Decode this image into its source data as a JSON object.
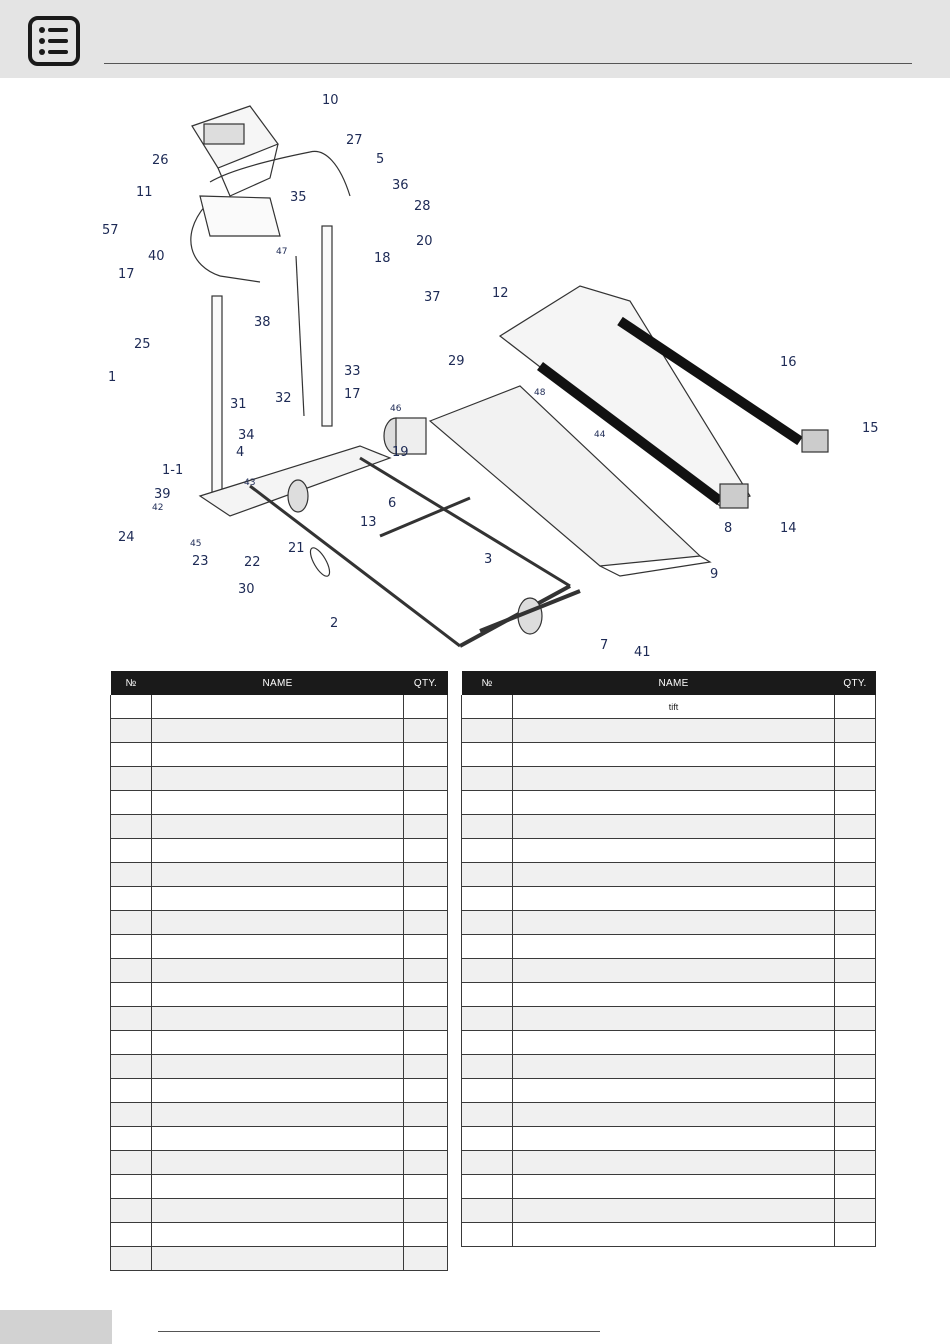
{
  "header": {
    "icon": "list-icon"
  },
  "diagram": {
    "callouts": [
      "10",
      "27",
      "5",
      "36",
      "28",
      "20",
      "26",
      "35",
      "11",
      "57",
      "18",
      "47",
      "40",
      "17",
      "37",
      "12",
      "16",
      "38",
      "25",
      "1",
      "29",
      "33",
      "17",
      "32",
      "31",
      "48",
      "46",
      "44",
      "34",
      "4",
      "19",
      "43",
      "15",
      "1-1",
      "6",
      "39",
      "8",
      "14",
      "42",
      "13",
      "24",
      "45",
      "21",
      "23",
      "22",
      "3",
      "9",
      "30",
      "2",
      "7",
      "41"
    ]
  },
  "tables": [
    {
      "headers": {
        "no": "№",
        "name": "NAME",
        "qty": "QTY."
      },
      "rows": [
        [
          "",
          "",
          ""
        ],
        [
          "",
          "",
          ""
        ],
        [
          "",
          "",
          ""
        ],
        [
          "",
          "",
          ""
        ],
        [
          "",
          "",
          ""
        ],
        [
          "",
          "",
          ""
        ],
        [
          "",
          "",
          ""
        ],
        [
          "",
          "",
          ""
        ],
        [
          "",
          "",
          ""
        ],
        [
          "",
          "",
          ""
        ],
        [
          "",
          "",
          ""
        ],
        [
          "",
          "",
          ""
        ],
        [
          "",
          "",
          ""
        ],
        [
          "",
          "",
          ""
        ],
        [
          "",
          "",
          ""
        ],
        [
          "",
          "",
          ""
        ],
        [
          "",
          "",
          ""
        ],
        [
          "",
          "",
          ""
        ],
        [
          "",
          "",
          ""
        ],
        [
          "",
          "",
          ""
        ],
        [
          "",
          "",
          ""
        ],
        [
          "",
          "",
          ""
        ],
        [
          "",
          "",
          ""
        ],
        [
          "",
          "",
          ""
        ]
      ]
    },
    {
      "headers": {
        "no": "№",
        "name": "NAME",
        "qty": "QTY."
      },
      "rows": [
        [
          "",
          "tift",
          ""
        ],
        [
          "",
          "",
          ""
        ],
        [
          "",
          "",
          ""
        ],
        [
          "",
          "",
          ""
        ],
        [
          "",
          "",
          ""
        ],
        [
          "",
          "",
          ""
        ],
        [
          "",
          "",
          ""
        ],
        [
          "",
          "",
          ""
        ],
        [
          "",
          "",
          ""
        ],
        [
          "",
          "",
          ""
        ],
        [
          "",
          "",
          ""
        ],
        [
          "",
          "",
          ""
        ],
        [
          "",
          "",
          ""
        ],
        [
          "",
          "",
          ""
        ],
        [
          "",
          "",
          ""
        ],
        [
          "",
          "",
          ""
        ],
        [
          "",
          "",
          ""
        ],
        [
          "",
          "",
          ""
        ],
        [
          "",
          "",
          ""
        ],
        [
          "",
          "",
          ""
        ],
        [
          "",
          "",
          ""
        ],
        [
          "",
          "",
          ""
        ],
        [
          "",
          "",
          ""
        ]
      ]
    }
  ]
}
